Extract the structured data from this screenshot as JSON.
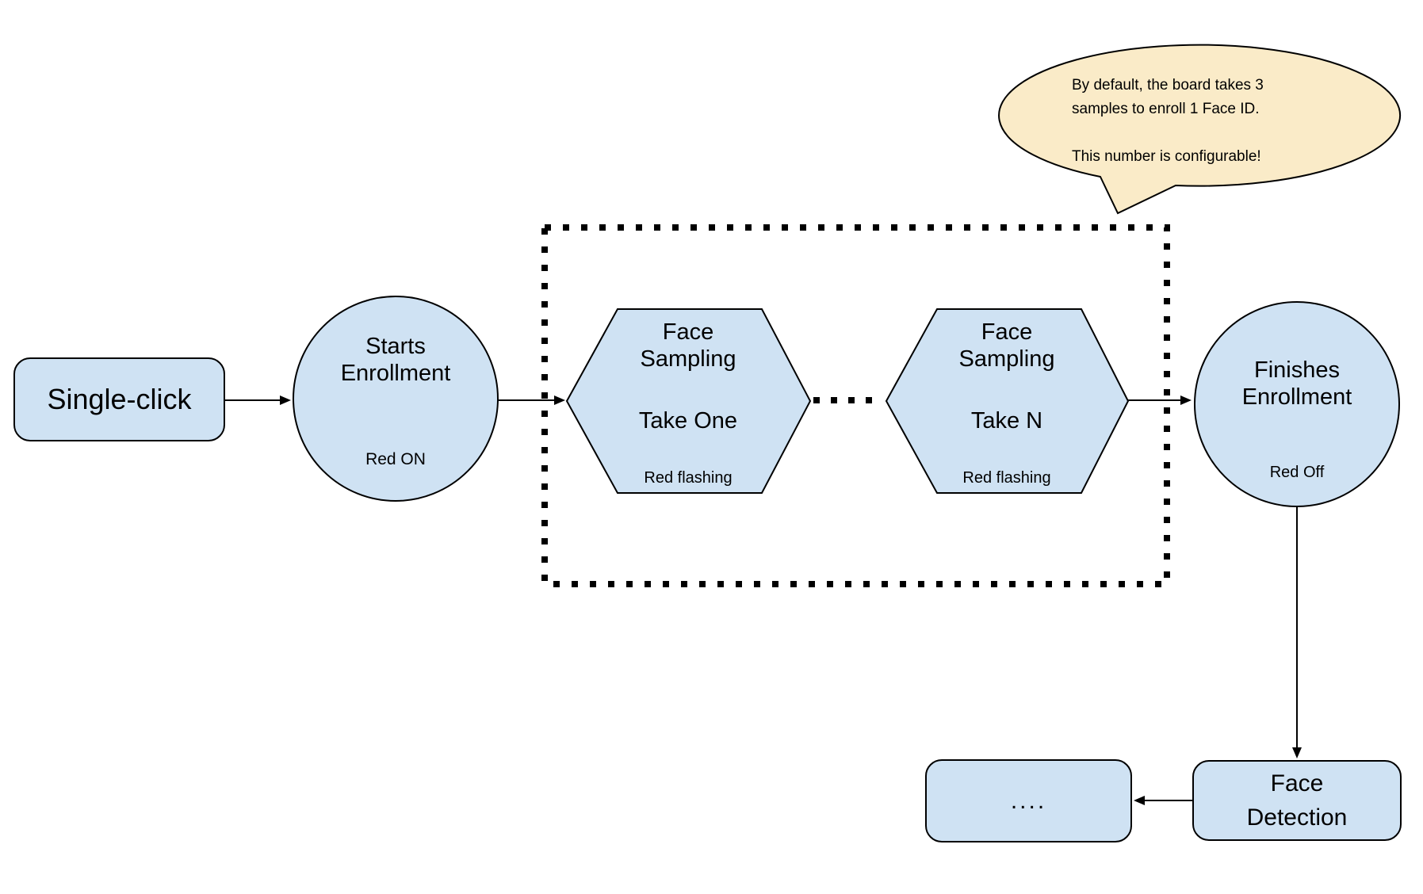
{
  "diagram": {
    "callout": {
      "text": "By default, the board takes 3\nsamples to enroll 1 Face ID.\n\nThis number is configurable!"
    },
    "nodes": {
      "single_click": {
        "label": "Single-click"
      },
      "starts_enrollment": {
        "title": "Starts\nEnrollment",
        "status": "Red ON"
      },
      "face_sampling_one": {
        "title": "Face\nSampling",
        "take": "Take One",
        "status": "Red flashing"
      },
      "face_sampling_n": {
        "title": "Face\nSampling",
        "take": "Take N",
        "status": "Red flashing"
      },
      "finishes_enrollment": {
        "title": "Finishes\nEnrollment",
        "status": "Red Off"
      },
      "face_detection": {
        "label": "Face\nDetection"
      },
      "continuation": {
        "label": "...."
      }
    },
    "colors": {
      "node_fill": "#CFE2F3",
      "node_stroke": "#000000",
      "callout_fill": "#FAEBC8",
      "arrow": "#000000"
    }
  }
}
